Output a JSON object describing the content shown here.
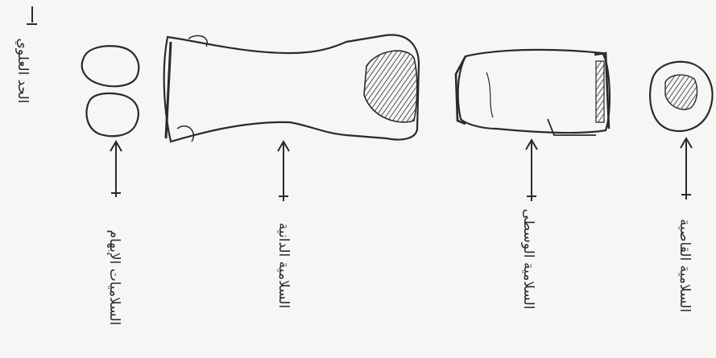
{
  "figure": {
    "side_title": "الحد العلوي",
    "labels": {
      "sesamoids": "السلاميات الإبهام",
      "proximal_phalanx": "السلامية الدانية",
      "middle_phalanx": "السلامية الوسطى",
      "distal_phalanx": "السلامية القاصية"
    },
    "colors": {
      "ink": "#2a2a2a",
      "paper": "#f6f6f4"
    }
  }
}
